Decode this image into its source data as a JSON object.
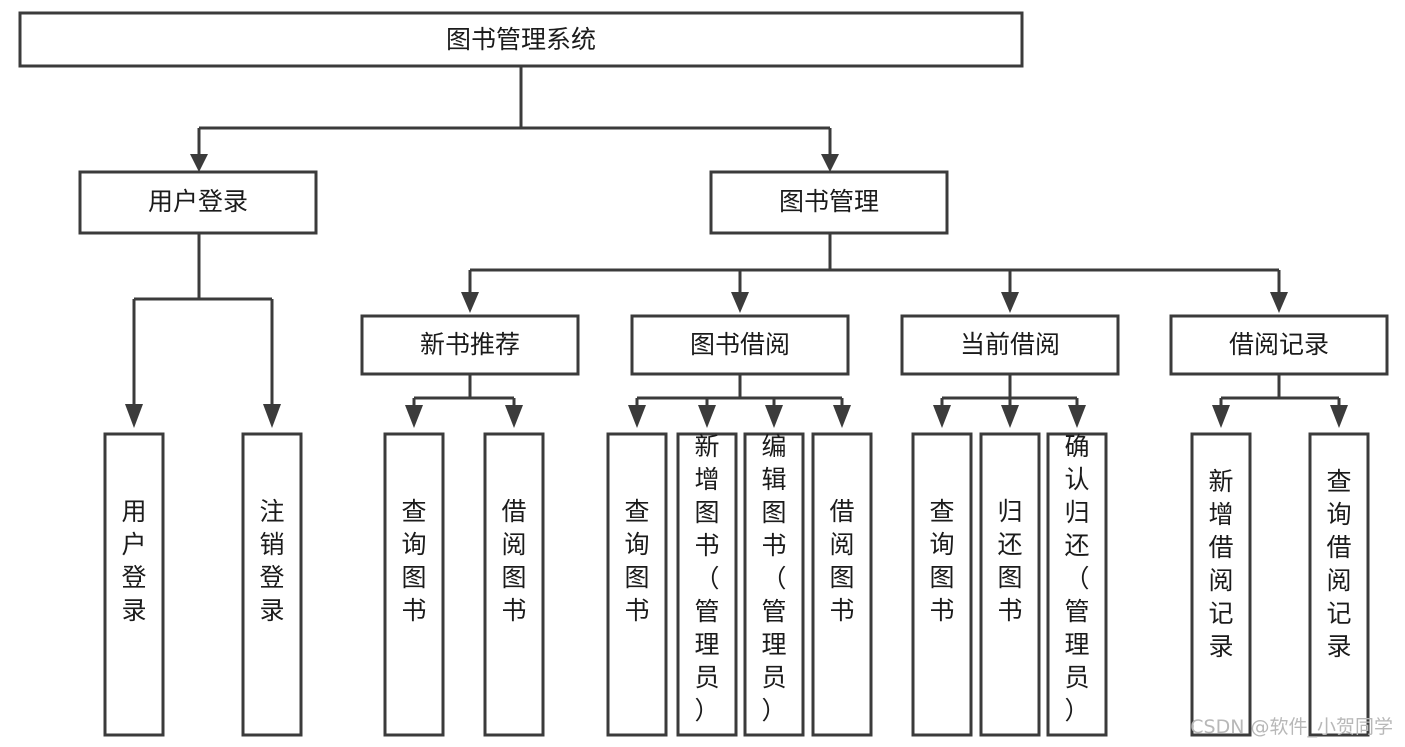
{
  "diagram": {
    "title": "图书管理系统",
    "type": "tree",
    "orientation": "top-down",
    "root": {
      "id": "root",
      "label": "图书管理系统",
      "text_direction": "horizontal"
    },
    "level1": [
      {
        "id": "user-login",
        "label": "用户登录",
        "text_direction": "horizontal"
      },
      {
        "id": "book-management",
        "label": "图书管理",
        "text_direction": "horizontal"
      }
    ],
    "level2": [
      {
        "id": "new-book-recommend",
        "label": "新书推荐",
        "parent": "book-management",
        "text_direction": "horizontal"
      },
      {
        "id": "book-borrow",
        "label": "图书借阅",
        "parent": "book-management",
        "text_direction": "horizontal"
      },
      {
        "id": "current-borrow",
        "label": "当前借阅",
        "parent": "book-management",
        "text_direction": "horizontal"
      },
      {
        "id": "borrow-record",
        "label": "借阅记录",
        "parent": "book-management",
        "text_direction": "horizontal"
      }
    ],
    "leaves": [
      {
        "id": "leaf-user-login",
        "label": "用户登录",
        "parent": "user-login",
        "text_direction": "vertical"
      },
      {
        "id": "leaf-user-logout",
        "label": "注销登录",
        "parent": "user-login",
        "text_direction": "vertical"
      },
      {
        "id": "leaf-query-book-1",
        "label": "查询图书",
        "parent": "new-book-recommend",
        "text_direction": "vertical"
      },
      {
        "id": "leaf-borrow-book-1",
        "label": "借阅图书",
        "parent": "new-book-recommend",
        "text_direction": "vertical"
      },
      {
        "id": "leaf-query-book-2",
        "label": "查询图书",
        "parent": "book-borrow",
        "text_direction": "vertical"
      },
      {
        "id": "leaf-add-book",
        "label": "新增图书（管理员）",
        "parent": "book-borrow",
        "text_direction": "vertical"
      },
      {
        "id": "leaf-edit-book",
        "label": "编辑图书（管理员）",
        "parent": "book-borrow",
        "text_direction": "vertical"
      },
      {
        "id": "leaf-borrow-book-2",
        "label": "借阅图书",
        "parent": "book-borrow",
        "text_direction": "vertical"
      },
      {
        "id": "leaf-query-book-3",
        "label": "查询图书",
        "parent": "current-borrow",
        "text_direction": "vertical"
      },
      {
        "id": "leaf-return-book",
        "label": "归还图书",
        "parent": "current-borrow",
        "text_direction": "vertical"
      },
      {
        "id": "leaf-confirm-return",
        "label": "确认归还（管理员）",
        "parent": "current-borrow",
        "text_direction": "vertical"
      },
      {
        "id": "leaf-add-record",
        "label": "新增借阅记录",
        "parent": "borrow-record",
        "text_direction": "vertical"
      },
      {
        "id": "leaf-query-record",
        "label": "查询借阅记录",
        "parent": "borrow-record",
        "text_direction": "vertical"
      }
    ]
  },
  "style": {
    "line_color": "#3b3b3b",
    "box_fill": "#ffffff",
    "text_color": "#1b1b1b",
    "background": "#ffffff",
    "watermark_color": "#b8b8b8"
  },
  "watermark": {
    "text": "CSDN @软件_小贺同学"
  }
}
